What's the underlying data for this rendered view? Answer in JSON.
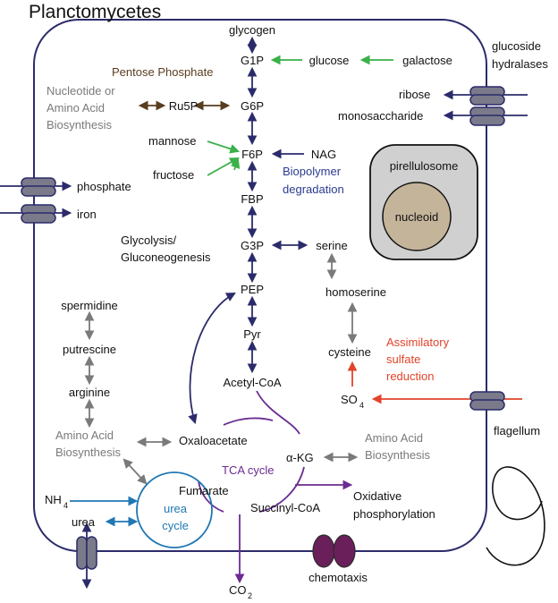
{
  "title": "Planctomycetes",
  "colors": {
    "dark_blue": "#2b2b6b",
    "green": "#3ab04a",
    "brown": "#5a3d1e",
    "gray": "#7a7a7a",
    "purple": "#6a2c91",
    "red": "#e2442a",
    "teal": "#1f77b4",
    "nucleoid": "#c4b49a",
    "pirellulosome": "#d0d0d0"
  },
  "metabolites": {
    "glycogen": "glycogen",
    "g1p": "G1P",
    "glucose": "glucose",
    "galactose": "galactose",
    "g6p": "G6P",
    "ru5p": "Ru5P",
    "f6p": "F6P",
    "mannose": "mannose",
    "fructose": "fructose",
    "nag": "NAG",
    "fbp": "FBP",
    "g3p": "G3P",
    "serine": "serine",
    "homoserine": "homoserine",
    "pep": "PEP",
    "pyr": "Pyr",
    "acetyl_coa": "Acetyl-CoA",
    "cysteine": "cysteine",
    "so4_main": "SO",
    "so4_sub": "4",
    "spermidine": "spermidine",
    "putrescine": "putrescine",
    "arginine": "arginine",
    "oxaloacetate": "Oxaloacetate",
    "akg": "α-KG",
    "fumarate": "Fumarate",
    "succinyl_coa": "Succinyl-CoA",
    "nh4_main": "NH",
    "nh4_sub": "4",
    "urea": "urea",
    "co2_main": "CO",
    "co2_sub": "2"
  },
  "pathways": {
    "pentose_phosphate": "Pentose Phosphate",
    "nucleotide_line1": "Nucleotide or",
    "nucleotide_line2": "Amino Acid",
    "nucleotide_line3": "Biosynthesis",
    "biopolymer_line1": "Biopolymer",
    "biopolymer_line2": "degradation",
    "glycolysis_line1": "Glycolysis/",
    "glycolysis_line2": "Gluconeogenesis",
    "sulfate_line1": "Assimilatory",
    "sulfate_line2": "sulfate",
    "sulfate_line3": "reduction",
    "aa_left_line1": "Amino Acid",
    "aa_left_line2": "Biosynthesis",
    "aa_right_line1": "Amino Acid",
    "aa_right_line2": "Biosynthesis",
    "tca": "TCA cycle",
    "urea_line1": "urea",
    "urea_line2": "cycle",
    "oxphos_line1": "Oxidative",
    "oxphos_line2": "phosphorylation"
  },
  "transport": {
    "glucoside_line1": "glucoside",
    "glucoside_line2": "hydralases",
    "ribose": "ribose",
    "monosaccharide": "monosaccharide",
    "phosphate": "phosphate",
    "iron": "iron",
    "flagellum": "flagellum",
    "chemotaxis": "chemotaxis"
  },
  "organelles": {
    "pirellulosome": "pirellulosome",
    "nucleoid": "nucleoid"
  }
}
